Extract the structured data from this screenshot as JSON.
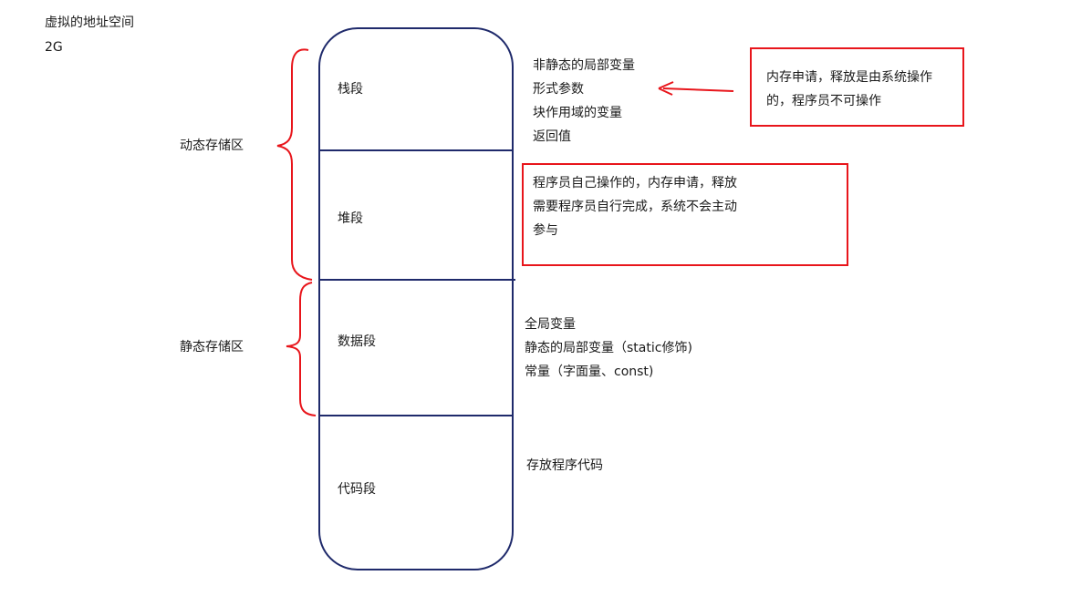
{
  "title": "虚拟的地址空间",
  "size": "2G",
  "regions": {
    "dynamic": "动态存储区",
    "static": "静态存储区"
  },
  "segments": {
    "stack": "栈段",
    "heap": "堆段",
    "data": "数据段",
    "code": "代码段"
  },
  "stack_notes": [
    "非静态的局部变量",
    "形式参数",
    "块作用域的变量",
    "返回值"
  ],
  "stack_callout": [
    "内存申请，释放是由系统操作",
    "的，程序员不可操作"
  ],
  "heap_callout": [
    "程序员自己操作的，内存申请，释放",
    "需要程序员自行完成，系统不会主动",
    "参与"
  ],
  "data_notes": [
    "全局变量",
    "静态的局部变量（static修饰)",
    "常量（字面量、const)"
  ],
  "code_notes": [
    "存放程序代码"
  ],
  "colors": {
    "outline": "#1f2a6b",
    "annotation": "#e8151b"
  }
}
